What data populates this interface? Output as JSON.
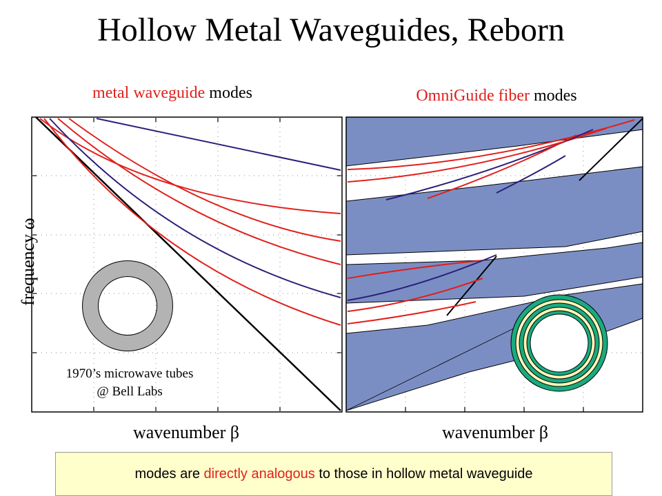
{
  "title": "Hollow Metal Waveguides, Reborn",
  "left_panel": {
    "heading_colored": "metal waveguide",
    "heading_rest": " modes",
    "xlabel": "wavenumber β",
    "caption_line1": "1970’s microwave tubes",
    "caption_line2": "@ Bell Labs"
  },
  "right_panel": {
    "heading_colored": "OmniGuide fiber",
    "heading_rest": " modes",
    "xlabel": "wavenumber β"
  },
  "ylabel": "frequency ω",
  "note": {
    "before": "modes are ",
    "highlight": "directly analogous",
    "after": " to those in hollow metal waveguide"
  },
  "colors": {
    "red_mode": "#e0201b",
    "blue_mode": "#2a1f7a",
    "band_gap": "#7b8ec4",
    "tube_gray": "#b3b3b3",
    "fiber_green": "#1aaa7f",
    "fiber_cream": "#fff6b8",
    "note_bg": "#ffffcc"
  },
  "icons": {
    "left": "metal-tube-cross-section-icon",
    "right": "omniguide-fiber-cross-section-icon"
  }
}
